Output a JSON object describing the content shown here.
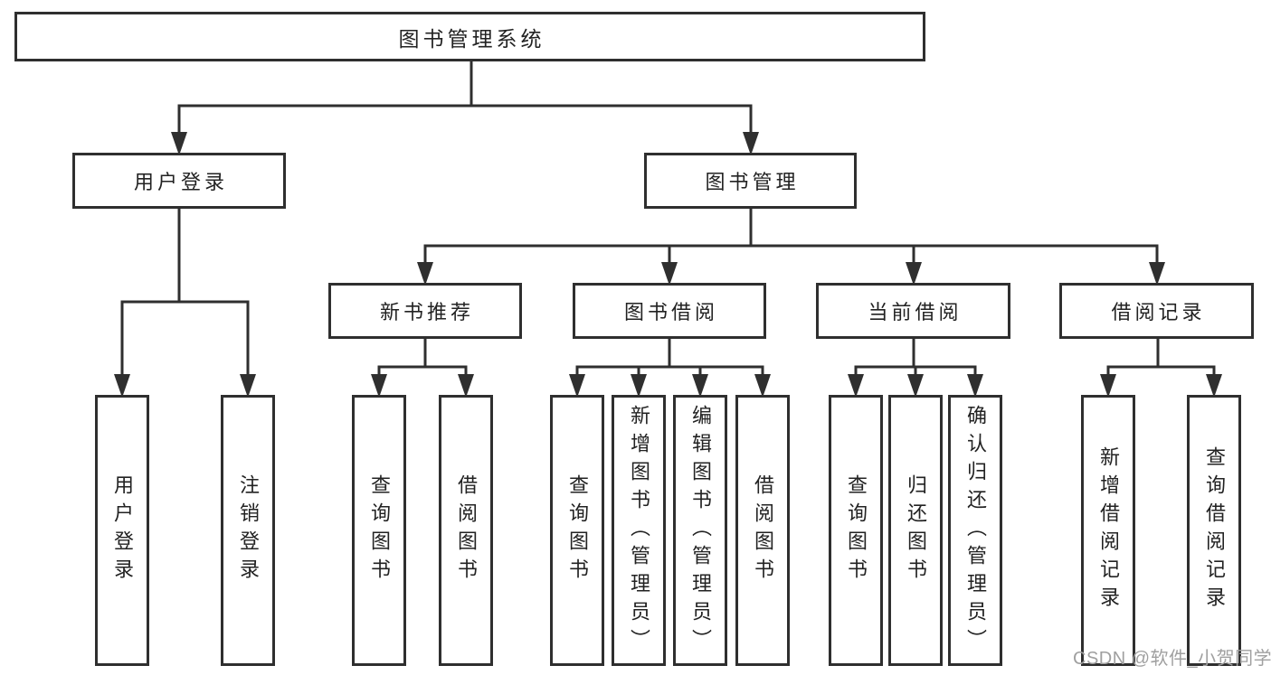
{
  "diagram": {
    "root": "图书管理系统",
    "left_branch": {
      "label": "用户登录",
      "children": [
        "用户登录",
        "注销登录"
      ]
    },
    "right_branch": {
      "label": "图书管理",
      "groups": [
        {
          "label": "新书推荐",
          "children": [
            "查询图书",
            "借阅图书"
          ]
        },
        {
          "label": "图书借阅",
          "children": [
            "查询图书",
            "新增图书（管理员）",
            "编辑图书（管理员）",
            "借阅图书"
          ]
        },
        {
          "label": "当前借阅",
          "children": [
            "查询图书",
            "归还图书",
            "确认归还（管理员）"
          ]
        },
        {
          "label": "借阅记录",
          "children": [
            "新增借阅记录",
            "查询借阅记录"
          ]
        }
      ]
    }
  },
  "watermark": "CSDN @软件_小贺同学",
  "colors": {
    "line": "#2f2f2f",
    "text": "#222222",
    "box_bg": "#ffffff",
    "watermark": "#a0a0a0",
    "background": "#ffffff"
  }
}
